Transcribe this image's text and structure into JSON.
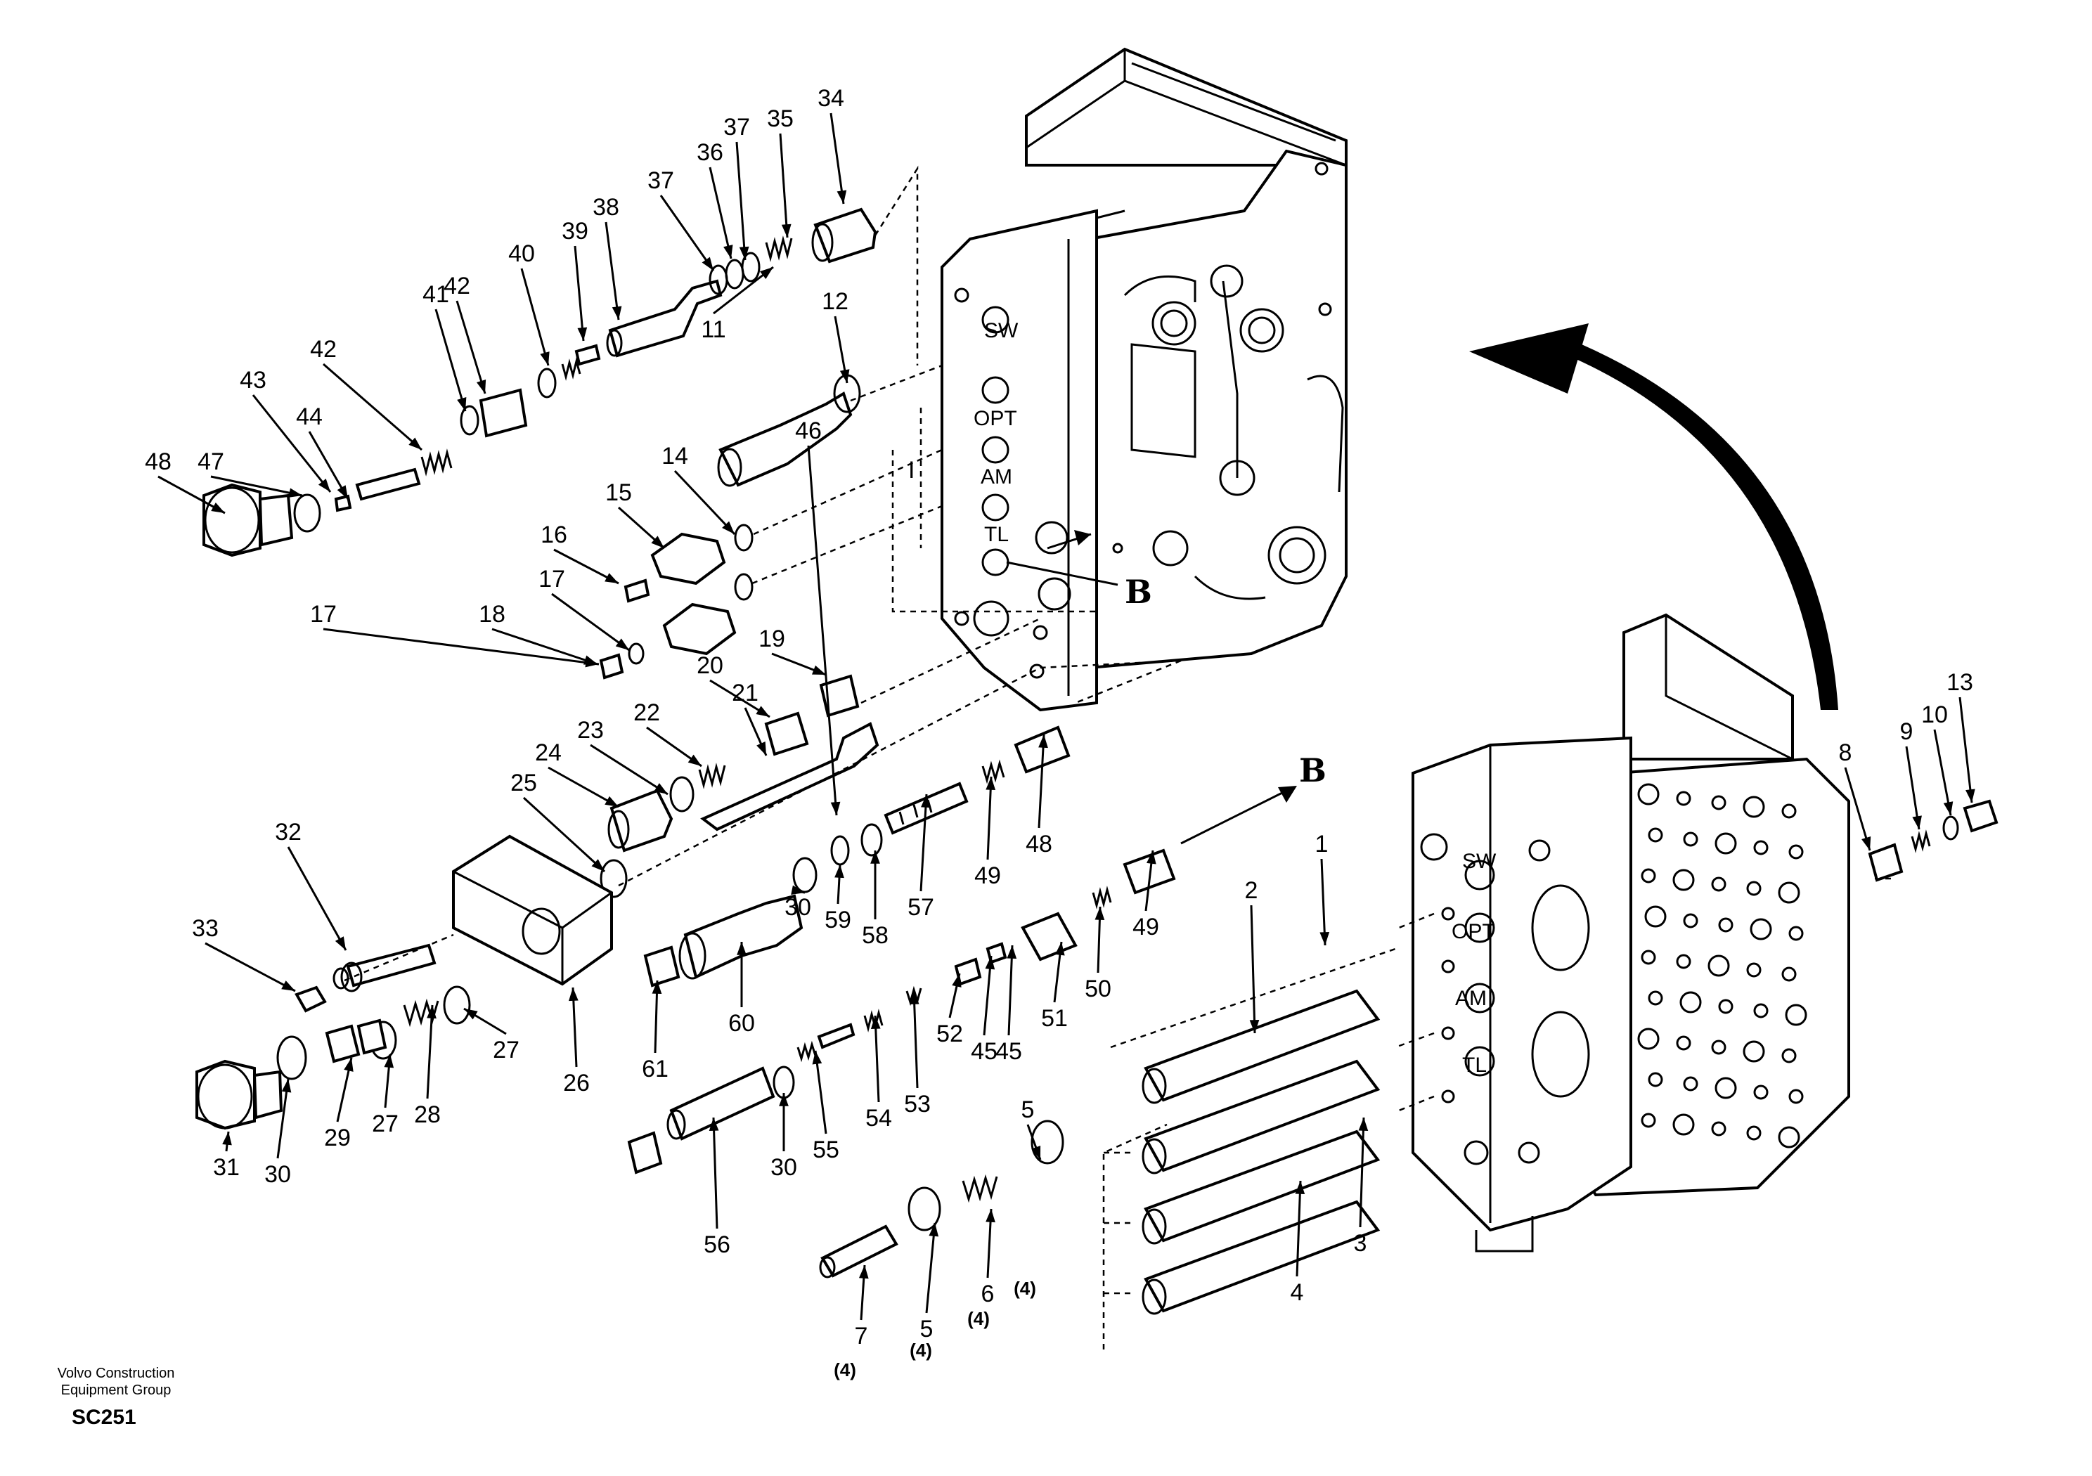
{
  "footer": {
    "company_line1": "Volvo Construction",
    "company_line2": "Equipment Group",
    "code": "SC251"
  },
  "view_marker": "B",
  "port_labels_upper": [
    "SW",
    "OPT",
    "AM",
    "TL"
  ],
  "port_labels_lower": [
    "SW",
    "OPT",
    "AM",
    "TL"
  ],
  "quantity_note": "(4)",
  "callouts": [
    {
      "n": "1"
    },
    {
      "n": "2"
    },
    {
      "n": "3"
    },
    {
      "n": "4"
    },
    {
      "n": "5"
    },
    {
      "n": "5"
    },
    {
      "n": "6"
    },
    {
      "n": "7"
    },
    {
      "n": "8"
    },
    {
      "n": "9"
    },
    {
      "n": "10"
    },
    {
      "n": "11"
    },
    {
      "n": "12"
    },
    {
      "n": "13"
    },
    {
      "n": "14"
    },
    {
      "n": "15"
    },
    {
      "n": "16"
    },
    {
      "n": "17"
    },
    {
      "n": "17"
    },
    {
      "n": "18"
    },
    {
      "n": "19"
    },
    {
      "n": "20"
    },
    {
      "n": "21"
    },
    {
      "n": "22"
    },
    {
      "n": "23"
    },
    {
      "n": "24"
    },
    {
      "n": "25"
    },
    {
      "n": "26"
    },
    {
      "n": "27"
    },
    {
      "n": "27"
    },
    {
      "n": "28"
    },
    {
      "n": "29"
    },
    {
      "n": "30"
    },
    {
      "n": "30"
    },
    {
      "n": "30"
    },
    {
      "n": "31"
    },
    {
      "n": "32"
    },
    {
      "n": "33"
    },
    {
      "n": "34"
    },
    {
      "n": "35"
    },
    {
      "n": "36"
    },
    {
      "n": "37"
    },
    {
      "n": "37"
    },
    {
      "n": "38"
    },
    {
      "n": "39"
    },
    {
      "n": "40"
    },
    {
      "n": "41"
    },
    {
      "n": "42"
    },
    {
      "n": "42"
    },
    {
      "n": "43"
    },
    {
      "n": "44"
    },
    {
      "n": "45"
    },
    {
      "n": "45"
    },
    {
      "n": "46"
    },
    {
      "n": "47"
    },
    {
      "n": "48"
    },
    {
      "n": "48"
    },
    {
      "n": "49"
    },
    {
      "n": "49"
    },
    {
      "n": "50"
    },
    {
      "n": "51"
    },
    {
      "n": "52"
    },
    {
      "n": "53"
    },
    {
      "n": "54"
    },
    {
      "n": "55"
    },
    {
      "n": "56"
    },
    {
      "n": "57"
    },
    {
      "n": "58"
    },
    {
      "n": "59"
    },
    {
      "n": "60"
    },
    {
      "n": "61"
    }
  ]
}
